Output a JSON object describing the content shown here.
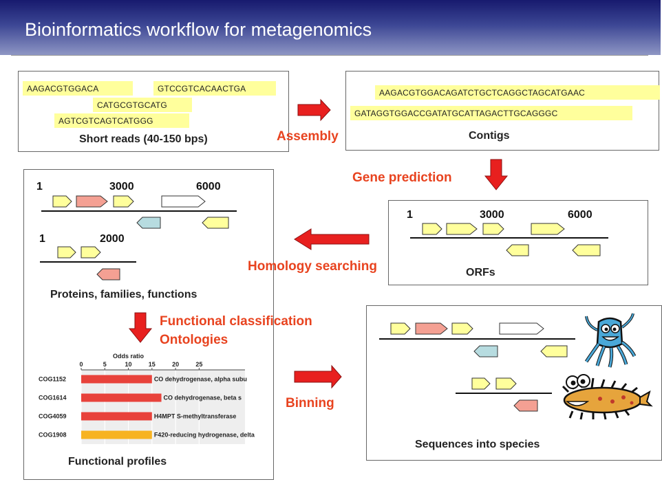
{
  "title": "Bioinformatics workflow for metagenomics",
  "short_reads": {
    "reads": [
      "AAGACGTGGACA",
      "GTCCGTCACAACTGA",
      "CATGCGTGCATG",
      "AGTCGTCAGTCATGGG"
    ],
    "caption": "Short reads (40-150 bps)"
  },
  "contigs": {
    "seqs": [
      "AAGACGTGGACAGATCTGCTCAGGCTAGCATGAAC",
      "GATAGGTGGACCGATATGCATTAGACTTGCAGGGC"
    ],
    "caption": "Contigs"
  },
  "steps": {
    "assembly": "Assembly",
    "gene_prediction": "Gene prediction",
    "homology": "Homology searching",
    "functional": "Functional classification",
    "ontologies": "Ontologies",
    "binning": "Binning"
  },
  "orfs": {
    "coords": [
      "1",
      "3000",
      "6000"
    ],
    "caption": "ORFs"
  },
  "proteins": {
    "coords_a": [
      "1",
      "3000",
      "6000"
    ],
    "coords_b": [
      "1",
      "2000"
    ],
    "caption": "Proteins, families, functions"
  },
  "profiles": {
    "caption": "Functional profiles",
    "chart_data": {
      "type": "bar",
      "title": "Odds ratio",
      "xticks": [
        "0",
        "5",
        "10",
        "15",
        "20",
        "25"
      ],
      "xlim": [
        0,
        25
      ],
      "categories": [
        "COG1152",
        "COG1614",
        "COG4059",
        "COG1908"
      ],
      "values": [
        15,
        17,
        15,
        15
      ],
      "labels": [
        "CO dehydrogenase, alpha subu",
        "CO dehydrogenase, beta s",
        "H4MPT S-methyltransferase",
        "F420-reducing hydrogenase, delta"
      ],
      "colors": [
        "#e8423b",
        "#e8423b",
        "#e8423b",
        "#f7b321"
      ]
    }
  },
  "species": {
    "caption": "Sequences into species"
  },
  "colors": {
    "yellow": "#ffff9c",
    "salmon": "#f4a093",
    "blue": "#b7dce0",
    "white": "#ffffff",
    "red": "#e8201f",
    "orange": "#e8431f"
  }
}
